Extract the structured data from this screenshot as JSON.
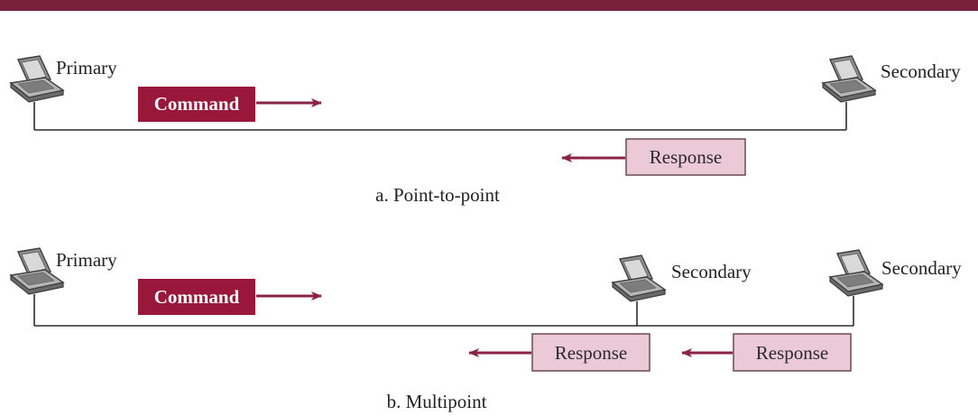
{
  "colors": {
    "top_rule": "#7a1f3c",
    "command_fill": "#98173a",
    "command_text": "#ffffff",
    "response_fill": "#ecc9d6",
    "response_stroke": "#6a4a55",
    "arrow": "#8a2445",
    "wire": "#2b2b2b"
  },
  "icons": {
    "station": "laptop-icon",
    "arrow": "arrow-icon"
  },
  "point_to_point": {
    "caption": "a. Point-to-point",
    "primary_label": "Primary",
    "secondary_label": "Secondary",
    "command_label": "Command",
    "response_label": "Response"
  },
  "multipoint": {
    "caption": "b. Multipoint",
    "primary_label": "Primary",
    "secondary_1_label": "Secondary",
    "secondary_2_label": "Secondary",
    "command_label": "Command",
    "response_1_label": "Response",
    "response_2_label": "Response"
  }
}
